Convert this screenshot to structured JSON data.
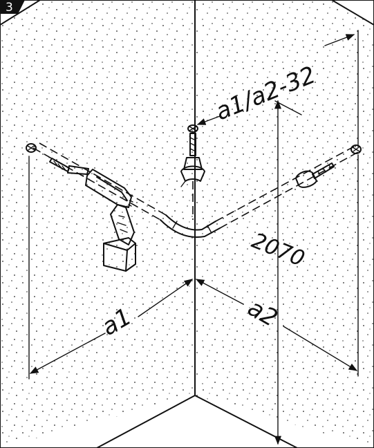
{
  "step": {
    "number": "3"
  },
  "dimensions": {
    "top_label": "a1/a2-32",
    "height": "2070",
    "left_wall": "a1",
    "right_wall": "a2"
  },
  "colors": {
    "ink": "#111111",
    "paper": "#ffffff",
    "badge": "#111111"
  },
  "icons": [
    "cordless-drill-icon",
    "vertical-drill-bit-icon",
    "rail-end-cap-icon"
  ]
}
